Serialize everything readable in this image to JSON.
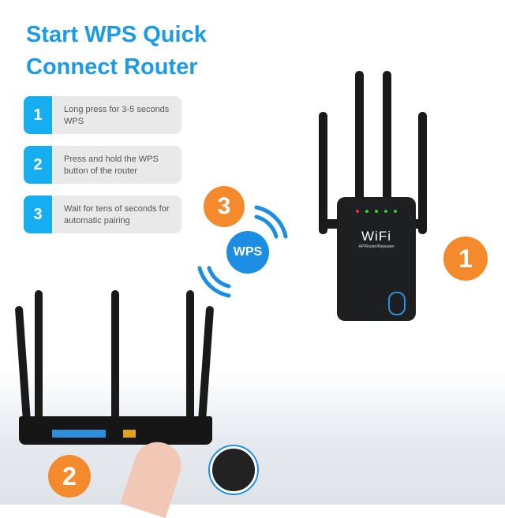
{
  "title": {
    "line1": "Start WPS Quick",
    "line2": "Connect Router"
  },
  "steps": [
    {
      "num": "1",
      "text": "Long press for 3-5 seconds WPS"
    },
    {
      "num": "2",
      "text": "Press and hold the WPS button of the router"
    },
    {
      "num": "3",
      "text": "Wait for tens of seconds for automatic pairing"
    }
  ],
  "badges": {
    "repeater": "1",
    "router": "2",
    "pairing": "3"
  },
  "wps_label": "WPS",
  "repeater": {
    "logo": "WiFi",
    "subtitle": "AP/Router/Repeater"
  },
  "colors": {
    "accent": "#1b9be6",
    "badge": "#f58a2d",
    "step_number": "#16aef0"
  }
}
